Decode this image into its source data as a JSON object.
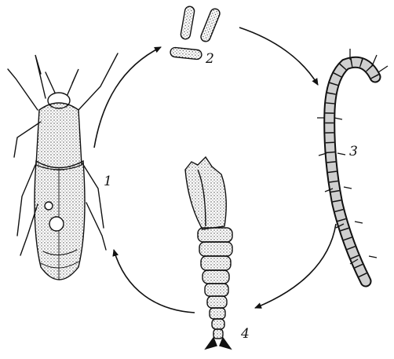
{
  "labels": {
    "adult": "1",
    "eggs": "2",
    "larva": "3",
    "pupa": "4"
  },
  "colors": {
    "ink": "#111111",
    "paper": "#ffffff",
    "shade": "#cfcfcf"
  }
}
